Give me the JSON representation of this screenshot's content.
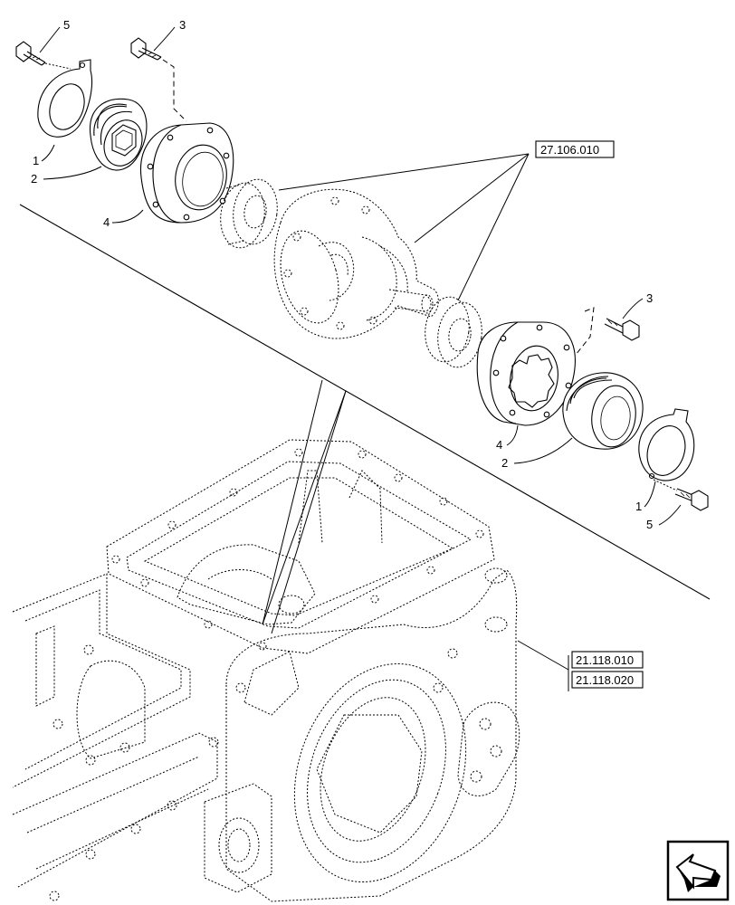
{
  "callouts": {
    "upper": {
      "bolt_a": "5",
      "bolt_b": "3",
      "washer": "1",
      "seal": "2",
      "housing": "4"
    },
    "lower": {
      "bolt_a": "3",
      "housing": "4",
      "seal": "2",
      "washer": "1",
      "bolt_b": "5"
    }
  },
  "references": {
    "differential": "27.106.010",
    "housing_1": "21.118.010",
    "housing_2": "21.118.020"
  },
  "nav": {
    "icon": "next-page-arrow-icon"
  }
}
